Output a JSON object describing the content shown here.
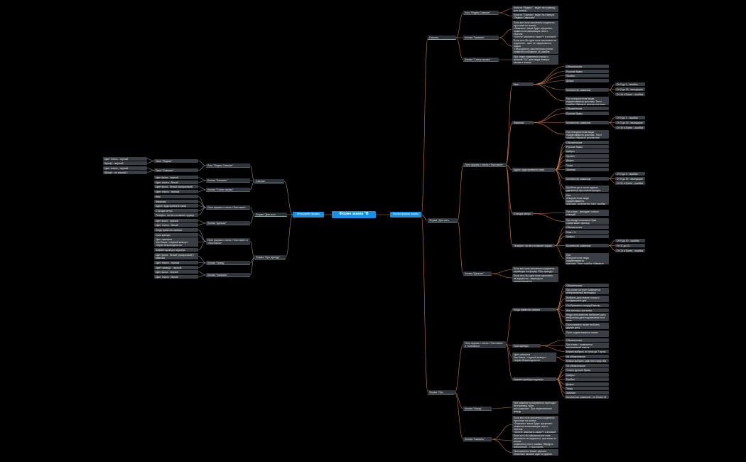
{
  "root": "Форма заказа \"В Самокат\"",
  "left_main": "Интерфейс формы заказа",
  "right_main": "Логика формы заказа",
  "nodes": {
    "r_links": "Ссылки",
    "r_link_logo_group": "Лого \"Яндекс Самокат\"",
    "r_link_yandex": "Клик на \"Яндекс\" - ведет на страницу гугл поиска...",
    "r_link_samokat": "Клик на \"Самокат\" ведет на главную \"Яндекс Самоката\"",
    "r_btn_order_group": "Кнопка \"Заказать\"",
    "r_btn_order_1": "Если все поля заполнены корректно, при клике по кнопке\n«Заказать» заказ будет оформлен,\nпоявится всплывающее окно с текстом\n«Хотите оформить заказ?» и кнопкой\n«Заказать»...",
    "r_btn_order_2": "Если хоть бы одно поле заполнено не корректно - окно не оформляется, рядом\nс некорректно заполненным полем\nпоявится сообщение об ошибке",
    "r_btn_status": "Кнопка \"Статус заказа\"",
    "r_btn_status_1": "При клике появляется строка с кнопкой \"Go\" для ввода номера заказа и поиска\nпри наличии заказа",
    "r_form_who": "Форма \"Для кого самокат\"",
    "r_form_fields": "Поля формы с типом «Текстовое»",
    "r_name": "Имя",
    "r_name_req": "Обязательное",
    "r_name_cyr": "Русские буквы",
    "r_name_space": "Пробел",
    "r_name_dash": "Дефис",
    "r_name_count": "Количество символов",
    "r_name_c1": "От 0 до 1 - ошибка",
    "r_name_c2": "От 2 до 15 - валидация",
    "r_name_c3": "От 16 и более - ошибка",
    "r_name_err": "При некорректном вводе\nподсвечивается красным. Текст\nошибки «Введите корректное имя»",
    "r_surname": "Фамилия",
    "r_surname_req": "Обязательное",
    "r_surname_cyr": "Русские буквы",
    "r_surname_count": "Количество символов",
    "r_surname_c1": "От 0 до 1 - ошибка",
    "r_surname_c2": "От 2 до 15 - валидация",
    "r_surname_c3": "От 16 и более - ошибка",
    "r_surname_err": "При некорректном вводе\nподсвечивается красным. Текст\nошибки «Введите корректную фамилию»",
    "r_addr": "Адрес: куда привезти заказ",
    "r_addr_req": "Обязательное",
    "r_addr_cyr": "Русские буквы",
    "r_addr_digits": "Цифры",
    "r_addr_space": "Пробел",
    "r_addr_dash": "Дефис",
    "r_addr_dot": "Точка",
    "r_addr_comma": "Запятая",
    "r_addr_count": "Количество символов",
    "r_addr_c1": "От 0 до 4 - ошибка",
    "r_addr_c2": "От 5 до 50 - валидация",
    "r_addr_c3": "От 51 и более - ошибка",
    "r_addr_sp": "Пробелы до и после адреса удаляются при отмене фокуса",
    "r_addr_err": "При\nнекорректном вводе подсвечивается\nкрасным, появляется текст ошибки\n«Введите корректный адрес»",
    "r_metro": "Станция метро",
    "r_metro_1": "При клике - выпадает список станций\nотсортированный по цвету веток",
    "r_metro_2": "При вводе начальных букв срабатывает фильтр",
    "r_phone": "Телефон: на него позвонит курьер",
    "r_phone_req": "Обязательное",
    "r_phone_plus": "Знак «+»",
    "r_phone_digits": "Цифры",
    "r_phone_count": "Количество символов",
    "r_phone_c1": "От 0 до 10 - ошибка",
    "r_phone_c2": "От 11 до 12 - валидация",
    "r_phone_c3": "От 13 и более - ошибка",
    "r_phone_err": "При\nнекорректном вводе подсвечивается\nкрасным. Текст ошибки «Введите\nкорректный телефон»",
    "r_btn_next": "Кнопка \"Дальше\"",
    "r_btn_next_1": "Если все поля заполнены корректно - переводит на форму «Про аренду»",
    "r_btn_next_2": "Если хоть бы одно поле заполнено\nне корректно - переход не\nосуществляется",
    "r_form_rent": "Форма \"Про аренду\"",
    "r_rent_fields": "Поля формы с типом «Текстовое» и «Checkbox»",
    "r_when": "Когда привезти самокат",
    "r_when_req": "Обязательное",
    "r_when_cal": "При клике на поле появляется интерактивный календарь",
    "r_when_pick": "Выбрать дату можно только с сегодняшнего дня",
    "r_when_cur": "Отображается текущий месяц",
    "r_when_arrows": "Шаг месяца стрелками",
    "r_when_manual": "Когда пользователь выбирает дату,\nвыбранная дата подсвечивается в\nполе",
    "r_when_other": "Пользователь может выбрать другую дату",
    "r_when_focus": "Поле подсвечивается синим",
    "r_term": "Срок аренды",
    "r_term_req": "Обязательное",
    "r_term_list": "При клике - появляется выпадающий список",
    "r_term_choose": "Можно выбрать от суток до 7 суток",
    "r_color": "Цвет самоката\nЧек-боксы: «черный жемчуг»\n«серая безысходность»",
    "r_color_opt": "Не обязательное",
    "r_color_both": "Можно выбрать один или сразу оба",
    "r_comment": "Комментарий для курьера",
    "r_comment_opt": "Не обязательное",
    "r_comment_cyr": "Только русские буквы",
    "r_comment_digits": "Цифры",
    "r_comment_space": "Пробел",
    "r_comment_dash": "Дефис",
    "r_comment_dot": "Точка",
    "r_comment_comma": "Запятая",
    "r_comment_count": "Количество символов - не более 24",
    "r_btn_back": "Кнопка \"Назад\"",
    "r_btn_back_1": "При нажатии пользователь переходит на страницу «Для\nкого самокат». При переключении между\nформами данные сохраняются",
    "r_btn_order2": "Кнопка \"Заказать\"",
    "r_btn_order2_1": "Если все поля заполнены корректно, при клике по кнопке\n«Заказать» заказ будет оформлен,\nпоявится всплывающее окно с текстом\n«Хотите оформить заказ?» и кнопкой\n«Заказать»...",
    "r_btn_order2_2": "Если хоть бы обязательное поле\nзаполнено не корректно, при клике по\nкнопке -\nпоявляется текст ошибки «Введите\nкорректный ...» под полем",
    "r_btn_order2_3": "Пользователь может сделать несколько заказов один за другим",
    "l_links": "Ссылки",
    "l_logo_group": "Лого \"Яндекс Самокат\"",
    "l_text_yandex": "Текст \"Яндекс\"",
    "l_yandex_1": "Цвет текста - черный",
    "l_yandex_2": "Шрифт - жирный",
    "l_text_samokat": "Текст \"Самокат\"",
    "l_samokat_1": "Цвет текста - черный",
    "l_samokat_2": "Шрифт - не жирный ;",
    "l_btn_order": "Кнопка \"Заказать\"",
    "l_btn_order_1": "Цвет фона - черный",
    "l_btn_order_2": "Цвет текста - белый",
    "l_btn_status": "Кнопка \"Статус заказа\"",
    "l_btn_status_1": "Цвет фона - белый (прозрачный)",
    "l_btn_status_2": "Цвет текста - черный",
    "l_form_who": "Форма \"Для кого самокат\"",
    "l_fields": "Поля формы с типом «Текстовое»",
    "l_f_name": "Имя",
    "l_f_surname": "Фамилия",
    "l_f_addr": "Адрес: куда привезти заказ",
    "l_f_metro": "Станция метро",
    "l_f_phone": "Телефон: на него позвонит курьер",
    "l_btn_next": "Кнопка \"Дальше\"",
    "l_btn_next_1": "Цвет фона - черный",
    "l_btn_next_2": "Цвет текста - белый",
    "l_form_rent": "Форма \"Про аренду\"",
    "l_rent_fields": "Поля формы с типом «Текстовое» и «Чек-боксы»",
    "l_r_when": "Когда привезти самокат",
    "l_r_term": "Срок аренды",
    "l_r_color": "Цвет самоката\nЧек-боксы: «черный жемчуг»\n«серая безысходность»",
    "l_r_comment": "Комментарий для курьера",
    "l_btn_back": "Кнопка \"Назад\"",
    "l_btn_back_1": "Цвет фона - белый (прозрачный) +\nрамочка",
    "l_btn_back_2": "Цвет текста - черный",
    "l_btn_back_3": "Цвет границы - черный",
    "l_btn_order2": "Кнопка \"Заказать\"",
    "l_btn_order2_1": "Цвет фона - черный",
    "l_btn_order2_2": "Цвет текста - белый"
  }
}
